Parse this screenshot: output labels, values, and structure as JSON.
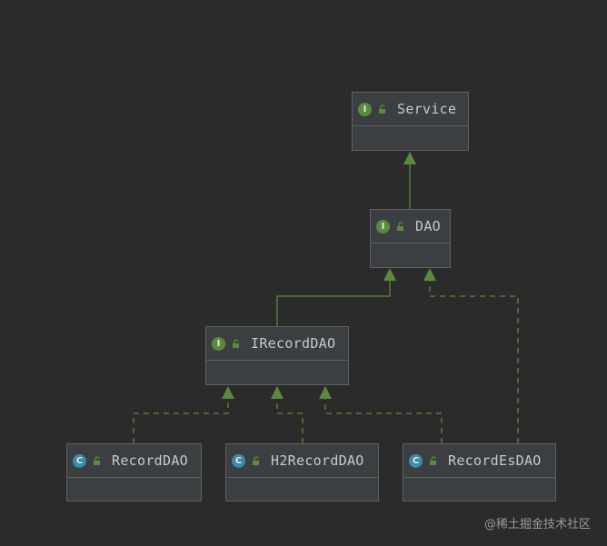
{
  "colors": {
    "background": "#2b2b2b",
    "node_fill": "#3c3f41",
    "node_border": "#5e6060",
    "edge": "#5a8a3c",
    "interface_badge": "#5a8a3c",
    "class_badge": "#3c8aa8"
  },
  "nodes": {
    "service": {
      "label": "Service",
      "badge": "I",
      "kind": "interface",
      "icon": "unlocked-icon"
    },
    "dao": {
      "label": "DAO",
      "badge": "I",
      "kind": "interface",
      "icon": "unlocked-icon"
    },
    "irecorddao": {
      "label": "IRecordDAO",
      "badge": "I",
      "kind": "interface",
      "icon": "unlocked-icon"
    },
    "recorddao": {
      "label": "RecordDAO",
      "badge": "C",
      "kind": "class",
      "icon": "unlocked-icon"
    },
    "h2recorddao": {
      "label": "H2RecordDAO",
      "badge": "C",
      "kind": "class",
      "icon": "unlocked-icon"
    },
    "recordesdao": {
      "label": "RecordEsDAO",
      "badge": "C",
      "kind": "class",
      "icon": "unlocked-icon"
    }
  },
  "edges": [
    {
      "from": "DAO",
      "to": "Service",
      "style": "solid"
    },
    {
      "from": "IRecordDAO",
      "to": "DAO",
      "style": "solid"
    },
    {
      "from": "RecordEsDAO",
      "to": "DAO",
      "style": "dashed"
    },
    {
      "from": "RecordDAO",
      "to": "IRecordDAO",
      "style": "dashed"
    },
    {
      "from": "H2RecordDAO",
      "to": "IRecordDAO",
      "style": "dashed"
    },
    {
      "from": "RecordEsDAO",
      "to": "IRecordDAO",
      "style": "dashed"
    }
  ],
  "watermark": "@稀土掘金技术社区"
}
